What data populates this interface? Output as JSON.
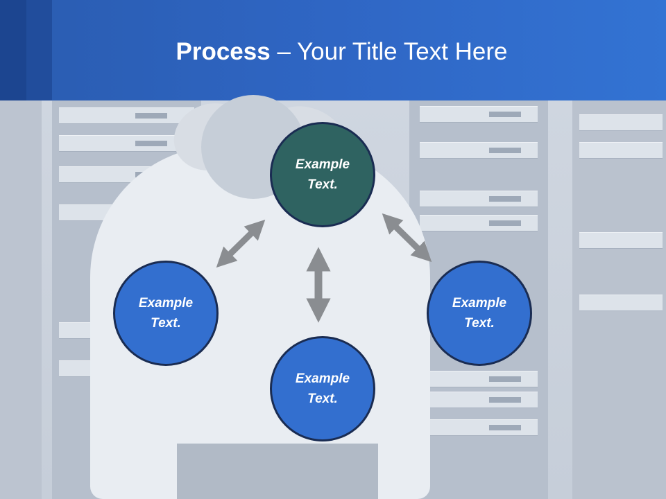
{
  "title": {
    "bold": "Process",
    "rest": " – Your Title Text Here"
  },
  "nodes": {
    "top": {
      "text": "Example Text."
    },
    "left": {
      "text": "Example Text."
    },
    "right": {
      "text": "Example Text."
    },
    "bottom": {
      "text": "Example Text."
    }
  },
  "colors": {
    "header": "#2f66c4",
    "node_primary": "#336fcf",
    "node_accent": "#2f6361",
    "node_border": "#1a2c52",
    "arrow": "#8a8d91"
  },
  "icons": [
    "double-arrow-icon"
  ]
}
